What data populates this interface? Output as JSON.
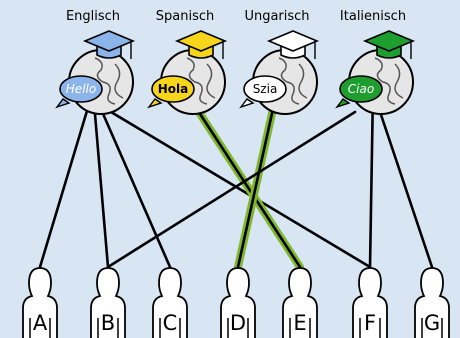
{
  "languages": [
    {
      "id": "englisch",
      "title": "Englisch",
      "greeting": "Hello",
      "cap_color": "#8ab4ea",
      "bubble_color": "#8ab4ea",
      "bubble_text_color": "#ffffff"
    },
    {
      "id": "spanisch",
      "title": "Spanisch",
      "greeting": "Hola",
      "cap_color": "#f7d51b",
      "bubble_color": "#f7d51b",
      "bubble_text_color": "#000000"
    },
    {
      "id": "ungarisch",
      "title": "Ungarisch",
      "greeting": "Szia",
      "cap_color": "#ffffff",
      "bubble_color": "#ffffff",
      "bubble_text_color": "#000000"
    },
    {
      "id": "italienisch",
      "title": "Italienisch",
      "greeting": "Ciao",
      "cap_color": "#1e9e2e",
      "bubble_color": "#1e9e2e",
      "bubble_text_color": "#ffffff"
    }
  ],
  "people": [
    "A",
    "B",
    "C",
    "D",
    "E",
    "F",
    "G"
  ],
  "edges": [
    {
      "from": "Englisch",
      "to": "A",
      "highlighted": false
    },
    {
      "from": "Englisch",
      "to": "B",
      "highlighted": false
    },
    {
      "from": "Englisch",
      "to": "C",
      "highlighted": false
    },
    {
      "from": "Englisch",
      "to": "F",
      "highlighted": false
    },
    {
      "from": "Spanisch",
      "to": "E",
      "highlighted": true
    },
    {
      "from": "Ungarisch",
      "to": "D",
      "highlighted": true
    },
    {
      "from": "Italienisch",
      "to": "B",
      "highlighted": false
    },
    {
      "from": "Italienisch",
      "to": "F",
      "highlighted": false
    },
    {
      "from": "Italienisch",
      "to": "G",
      "highlighted": false
    }
  ],
  "colors": {
    "background": "#d8e6f3",
    "highlight": "#7fb82c",
    "globe": "#e6e6e6"
  }
}
